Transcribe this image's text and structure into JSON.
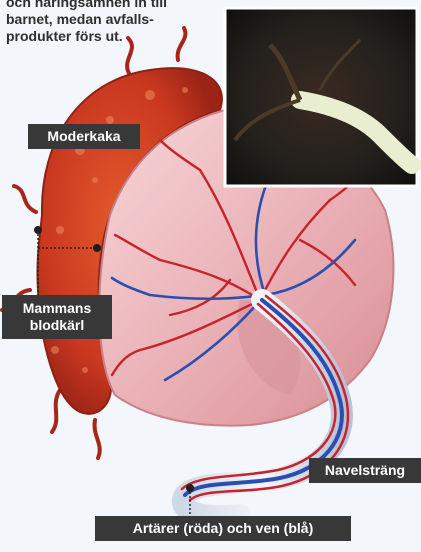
{
  "intro_lines": [
    "och näringsämnen in till",
    "barnet, medan avfalls-",
    "produkter förs ut."
  ],
  "labels": {
    "placenta": "Moderkaka",
    "maternal_vessels": [
      "Mammans",
      "blodkärl"
    ],
    "umbilical_cord": "Navelsträng",
    "arteries_vein": "Artärer (röda) och ven (blå)"
  },
  "colors": {
    "artery": "#c8232c",
    "vein": "#2b4fb0",
    "placenta": "#c9381f",
    "sac": "#f0c2c6",
    "label_bg": "#383838",
    "label_text": "#ffffff"
  }
}
